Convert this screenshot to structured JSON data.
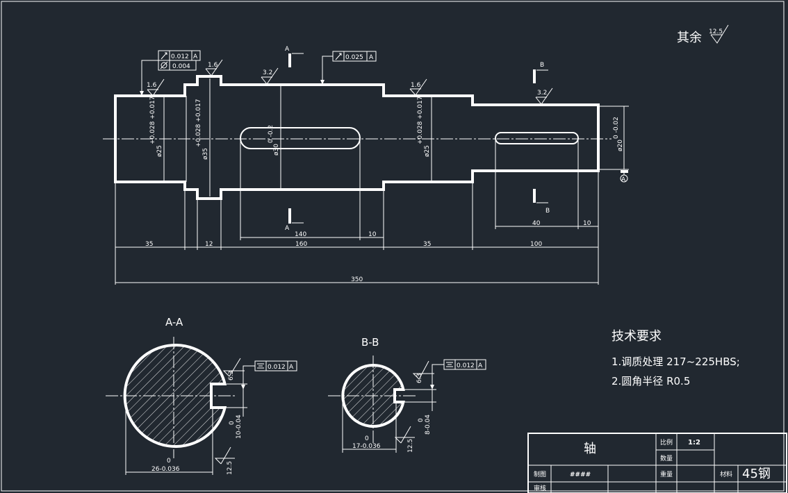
{
  "note_rest_roughness": {
    "label": "其余",
    "value": "12.5"
  },
  "section_labels": {
    "aa": "A-A",
    "bb": "B-B"
  },
  "cut_marks": {
    "a_top": "A",
    "a_bottom": "A",
    "b_top": "B",
    "b_bottom": "B"
  },
  "tolerance_frames": {
    "runout_left": {
      "value": "0.012",
      "datum": "A"
    },
    "cylindricity_left": {
      "value": "0.004"
    },
    "runout_mid": {
      "value": "0.025",
      "datum": "A"
    },
    "sym_aa": {
      "value": "0.012",
      "datum": "A"
    },
    "sym_bb": {
      "value": "0.012",
      "datum": "A"
    }
  },
  "roughness": {
    "left_journal": "1.6",
    "shoulder": "1.6",
    "mid_section": "3.2",
    "right_journal": "1.6",
    "end_section": "3.2",
    "aa_key_side": "6.3",
    "aa_bottom": "12.5",
    "bb_key_side": "6.3",
    "bb_bottom": "12.5"
  },
  "diameters": {
    "d25_left": {
      "base": "ø25",
      "tol": "+0.028 +0.017"
    },
    "d35": {
      "base": "ø35",
      "tol": "+0.028 +0.017"
    },
    "d30": {
      "base": "ø30",
      "tol": "0 -0.2"
    },
    "d25_right": {
      "base": "ø25",
      "tol": "+0.028 +0.017"
    },
    "d20": {
      "base": "ø20",
      "tol": "0 -0.02"
    }
  },
  "datum_label": "A",
  "dims": {
    "d35a": "35",
    "d12": "12",
    "d160": "160",
    "d35b": "35",
    "d100": "100",
    "d140": "140",
    "d10a": "10",
    "d40": "40",
    "d10b": "10",
    "d350": "350"
  },
  "section_dims": {
    "aa_depth_top": "0",
    "aa_depth": "10-0.04",
    "aa_width_top": "0",
    "aa_width": "26-0.036",
    "bb_depth_top": "0",
    "bb_depth": "8-0.04",
    "bb_width_top": "0",
    "bb_width": "17-0.036"
  },
  "tech_requirements": {
    "title": "技术要求",
    "item1": "1.调质处理 217~225HBS;",
    "item2": "2.圆角半径 R0.5"
  },
  "title_block": {
    "part_name": "轴",
    "scale_label": "比例",
    "scale_value": "1:2",
    "quantity_label": "数量",
    "drawn_label": "制图",
    "drawn_value": "####",
    "checked_label": "审核",
    "weight_label": "重量",
    "material_label": "材料",
    "material_value": "45钢"
  }
}
